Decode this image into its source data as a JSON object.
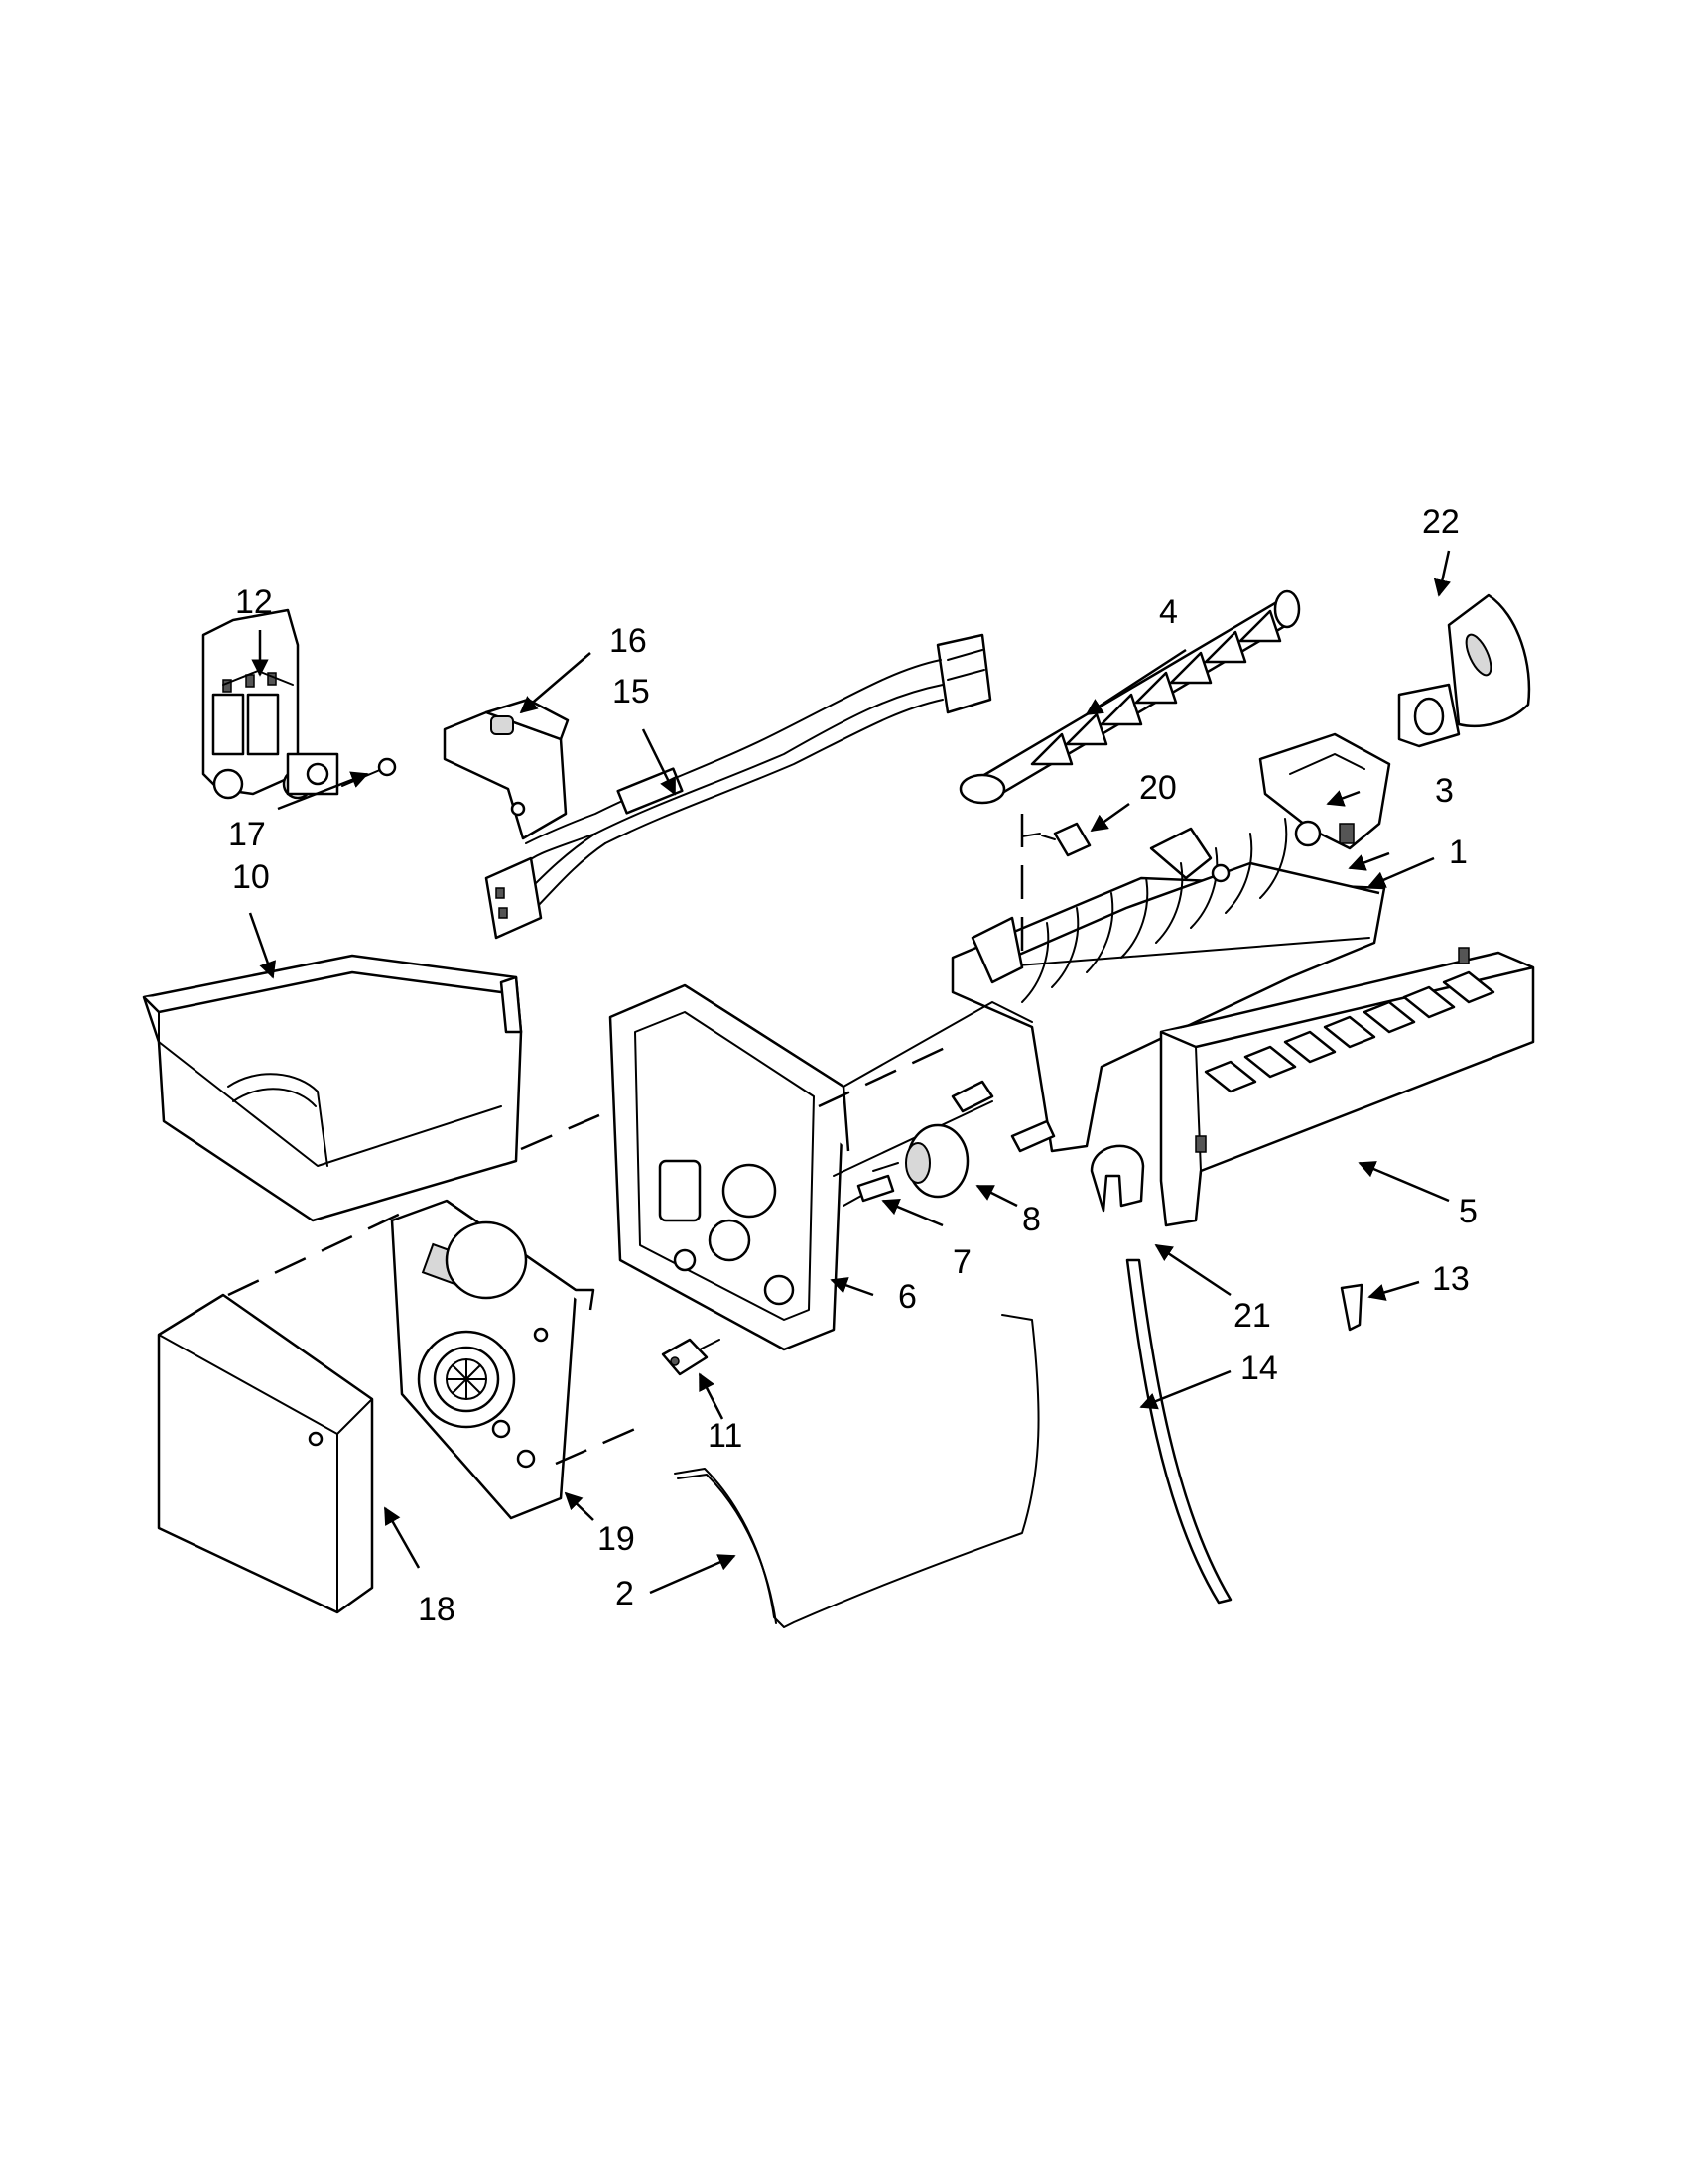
{
  "callouts": [
    {
      "id": "1",
      "label": "1"
    },
    {
      "id": "2",
      "label": "2"
    },
    {
      "id": "3",
      "label": "3"
    },
    {
      "id": "4",
      "label": "4"
    },
    {
      "id": "5",
      "label": "5"
    },
    {
      "id": "6",
      "label": "6"
    },
    {
      "id": "7",
      "label": "7"
    },
    {
      "id": "8",
      "label": "8"
    },
    {
      "id": "10",
      "label": "10"
    },
    {
      "id": "11",
      "label": "11"
    },
    {
      "id": "12",
      "label": "12"
    },
    {
      "id": "13",
      "label": "13"
    },
    {
      "id": "14",
      "label": "14"
    },
    {
      "id": "15",
      "label": "15"
    },
    {
      "id": "16",
      "label": "16"
    },
    {
      "id": "17",
      "label": "17"
    },
    {
      "id": "18",
      "label": "18"
    },
    {
      "id": "19",
      "label": "19"
    },
    {
      "id": "20",
      "label": "20"
    },
    {
      "id": "21",
      "label": "21"
    },
    {
      "id": "22",
      "label": "22"
    }
  ]
}
